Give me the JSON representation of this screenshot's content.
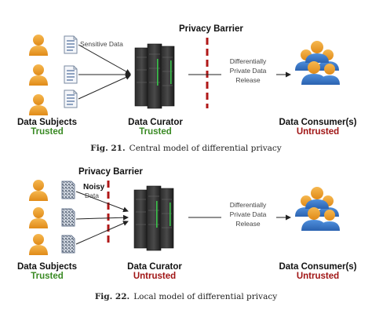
{
  "central": {
    "privacy_barrier_label": "Privacy Barrier",
    "sensitive_data_label": "Sensitive Data",
    "release_label": [
      "Differentially",
      "Private Data",
      "Release"
    ],
    "subjects_label": "Data Subjects",
    "subjects_trust": "Trusted",
    "curator_label": "Data Curator",
    "curator_trust": "Trusted",
    "consumers_label": "Data Consumer(s)",
    "consumers_trust": "Untrusted",
    "caption_number": "Fig. 21.",
    "caption_text": "Central model of differential privacy"
  },
  "local": {
    "privacy_barrier_label": "Privacy Barrier",
    "noisy_data_label": [
      "Noisy",
      "Data"
    ],
    "release_label": [
      "Differentially",
      "Private Data",
      "Release"
    ],
    "subjects_label": "Data Subjects",
    "subjects_trust": "Trusted",
    "curator_label": "Data Curator",
    "curator_trust": "Untrusted",
    "consumers_label": "Data Consumer(s)",
    "consumers_trust": "Untrusted",
    "caption_number": "Fig. 22.",
    "caption_text": "Local model of differential privacy"
  },
  "colors": {
    "trusted": "#3a8a24",
    "untrusted": "#a01515",
    "barrier": "#b01818",
    "person_orange": "#f0a030",
    "person_blue": "#3a78c8"
  },
  "icons": [
    "person-icon",
    "document-icon",
    "noisy-document-icon",
    "server-icon",
    "user-group-icon"
  ]
}
